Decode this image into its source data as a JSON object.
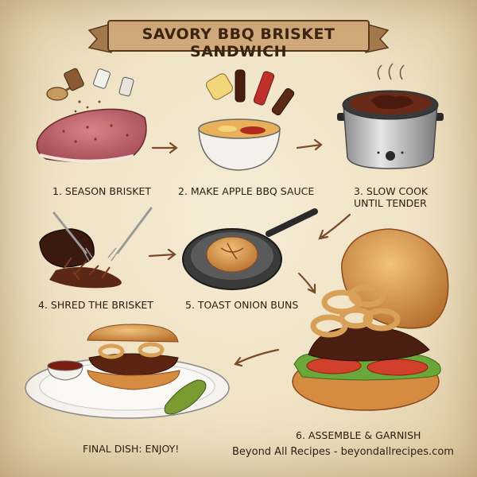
{
  "title": "SAVORY BBQ BRISKET SANDWICH",
  "steps": [
    {
      "label": "1. SEASON BRISKET"
    },
    {
      "label": "2. MAKE APPLE BBQ SAUCE"
    },
    {
      "label_line1": "3. SLOW COOK",
      "label_line2": "UNTIL TENDER"
    },
    {
      "label": "4. SHRED THE BRISKET"
    },
    {
      "label": "5. TOAST ONION BUNS"
    },
    {
      "label": "6. ASSEMBLE & GARNISH"
    },
    {
      "label": "FINAL DISH: ENJOY!"
    }
  ],
  "credit": "Beyond All Recipes - beyondallrecipes.com",
  "colors": {
    "paper": "#efe3c8",
    "banner": "#c9a071",
    "ink": "#2b1c10",
    "arrow": "#7a4a2a",
    "meat": "#6b2e1a",
    "bun": "#d9974a",
    "lettuce": "#6aa83a",
    "tomato": "#d0402a"
  }
}
